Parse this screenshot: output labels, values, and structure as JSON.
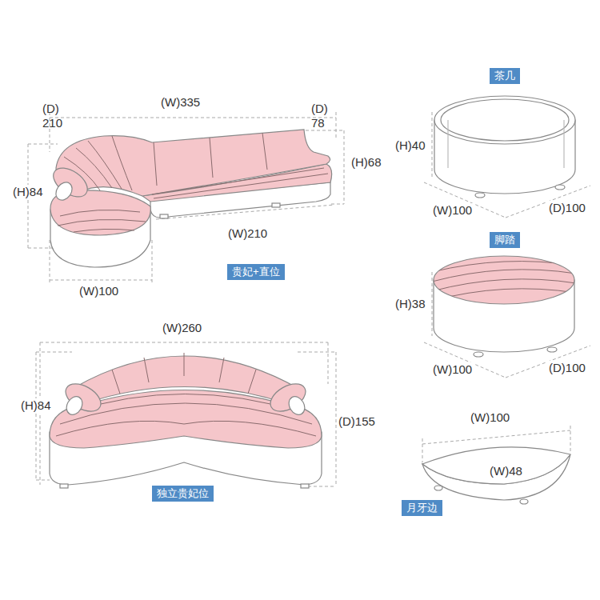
{
  "diagram": {
    "nodes": [
      {
        "text": [
          "茶几"
        ]
      },
      {
        "text": [
          "脚踏"
        ]
      },
      {
        "text": [
          "贵妃+直位"
        ]
      },
      {
        "text": [
          "独立贵妃位"
        ]
      },
      {
        "text": [
          "月牙边"
        ]
      }
    ],
    "labels": [
      "(D) 210",
      "(W)335",
      "(D) 78",
      "(H)40",
      "(H)84",
      "(H)68",
      "(W)100",
      "(D)100",
      "(W)210",
      "(W)100",
      "(H)38",
      "(W)260",
      "(W)100",
      "(D)100",
      "(H)84",
      "(D)155",
      "(W)100",
      "(W)48"
    ]
  }
}
